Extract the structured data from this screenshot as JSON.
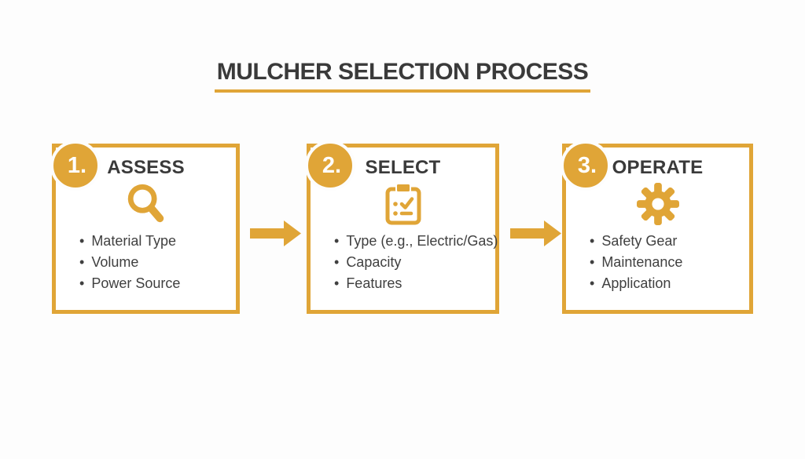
{
  "title": {
    "text": "MULCHER SELECTION PROCESS"
  },
  "colors": {
    "accent": "#E0A537",
    "heading_text": "#3A3A3A",
    "body_text": "#404040",
    "background": "#FDFDFD"
  },
  "steps": [
    {
      "number": "1.",
      "heading": "ASSESS",
      "icon": "magnifier-icon",
      "items": [
        "Material Type",
        "Volume",
        "Power Source"
      ]
    },
    {
      "number": "2.",
      "heading": "SELECT",
      "icon": "clipboard-checklist-icon",
      "items": [
        "Type (e.g., Electric/Gas)",
        "Capacity",
        "Features"
      ]
    },
    {
      "number": "3.",
      "heading": "OPERATE",
      "icon": "gear-icon",
      "items": [
        "Safety Gear",
        "Maintenance",
        "Application"
      ]
    }
  ],
  "connectors": [
    {
      "icon": "right-arrow-icon"
    },
    {
      "icon": "right-arrow-icon"
    }
  ]
}
